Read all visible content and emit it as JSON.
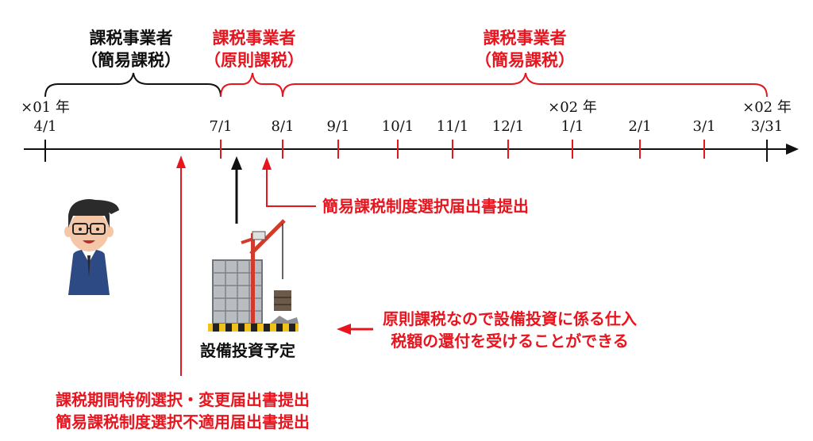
{
  "headers": [
    {
      "line1": "課税事業者",
      "line2": "（簡易課税）",
      "color": "#111111"
    },
    {
      "line1": "課税事業者",
      "line2": "（原則課税）",
      "color": "#e8141e"
    },
    {
      "line1": "課税事業者",
      "line2": "（簡易課税）",
      "color": "#e8141e"
    }
  ],
  "ticks": [
    {
      "top": "×01 年",
      "bottom": "4/1"
    },
    {
      "top": "",
      "bottom": "7/1"
    },
    {
      "top": "",
      "bottom": "8/1"
    },
    {
      "top": "",
      "bottom": "9/1"
    },
    {
      "top": "",
      "bottom": "10/1"
    },
    {
      "top": "",
      "bottom": "11/1"
    },
    {
      "top": "",
      "bottom": "12/1"
    },
    {
      "top": "×02 年",
      "bottom": "1/1"
    },
    {
      "top": "",
      "bottom": "2/1"
    },
    {
      "top": "",
      "bottom": "3/1"
    },
    {
      "top": "×02 年",
      "bottom": "3/31"
    }
  ],
  "notes": {
    "simplified_filing": "簡易課税制度選択届出書提出",
    "refund_line1": "原則課税なので設備投資に係る仕入",
    "refund_line2": "税額の還付を受けることができる",
    "bottom_line1": "課税期間特例選択・変更届出書提出",
    "bottom_line2": "簡易課税制度選択不適用届出書提出"
  },
  "caption": "設備投資予定",
  "colors": {
    "accent": "#e8141e",
    "ink": "#111111"
  }
}
